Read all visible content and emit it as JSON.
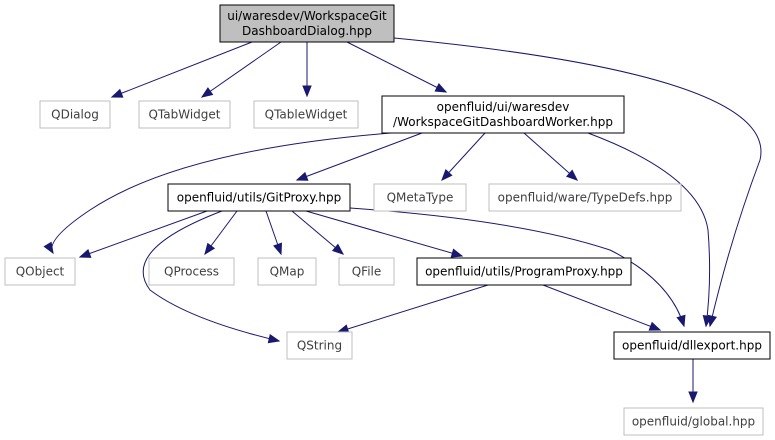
{
  "colors": {
    "edge": "#191970",
    "root_fill": "#bfbfbf",
    "documented_border": "#000000",
    "external_border": "#bfbfbf",
    "text_documented": "#000000",
    "text_external": "#3f3f3f"
  },
  "nodes": {
    "root": {
      "lines": [
        "ui/waresdev/WorkspaceGit",
        "DashboardDialog.hpp"
      ]
    },
    "qdialog": {
      "lines": [
        "QDialog"
      ]
    },
    "qtabwidget": {
      "lines": [
        "QTabWidget"
      ]
    },
    "qtablewidget": {
      "lines": [
        "QTableWidget"
      ]
    },
    "worker": {
      "lines": [
        "openfluid/ui/waresdev",
        "/WorkspaceGitDashboardWorker.hpp"
      ]
    },
    "gitproxy": {
      "lines": [
        "openfluid/utils/GitProxy.hpp"
      ]
    },
    "qmetatype": {
      "lines": [
        "QMetaType"
      ]
    },
    "typedefs": {
      "lines": [
        "openfluid/ware/TypeDefs.hpp"
      ]
    },
    "qobject": {
      "lines": [
        "QObject"
      ]
    },
    "qprocess": {
      "lines": [
        "QProcess"
      ]
    },
    "qmap": {
      "lines": [
        "QMap"
      ]
    },
    "qfile": {
      "lines": [
        "QFile"
      ]
    },
    "programproxy": {
      "lines": [
        "openfluid/utils/ProgramProxy.hpp"
      ]
    },
    "qstring": {
      "lines": [
        "QString"
      ]
    },
    "dllexport": {
      "lines": [
        "openfluid/dllexport.hpp"
      ]
    },
    "global": {
      "lines": [
        "openfluid/global.hpp"
      ]
    }
  },
  "edges": [
    [
      "root",
      "qdialog"
    ],
    [
      "root",
      "qtabwidget"
    ],
    [
      "root",
      "qtablewidget"
    ],
    [
      "root",
      "worker"
    ],
    [
      "root",
      "dllexport"
    ],
    [
      "worker",
      "qobject"
    ],
    [
      "worker",
      "gitproxy"
    ],
    [
      "worker",
      "qmetatype"
    ],
    [
      "worker",
      "typedefs"
    ],
    [
      "worker",
      "dllexport"
    ],
    [
      "gitproxy",
      "qobject"
    ],
    [
      "gitproxy",
      "qprocess"
    ],
    [
      "gitproxy",
      "qmap"
    ],
    [
      "gitproxy",
      "qfile"
    ],
    [
      "gitproxy",
      "programproxy"
    ],
    [
      "gitproxy",
      "qstring"
    ],
    [
      "gitproxy",
      "dllexport"
    ],
    [
      "programproxy",
      "qstring"
    ],
    [
      "programproxy",
      "dllexport"
    ],
    [
      "dllexport",
      "global"
    ]
  ]
}
